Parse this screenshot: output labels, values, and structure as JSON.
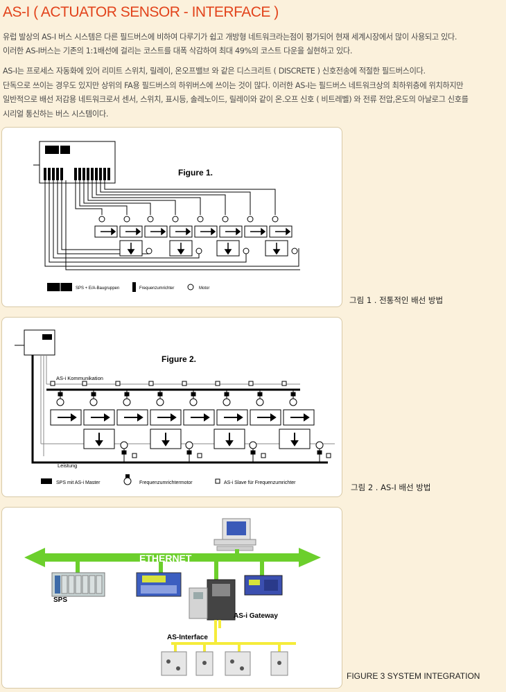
{
  "title": "AS-I ( ACTUATOR SENSOR - INTERFACE )",
  "intro_lines": [
    "유럽 발상의 AS-I 버스 시스템은 다른 필드버스에 비하여 다루기가 쉽고 개방형 네트워크라는점이 평가되어 현재 세계시장에서 많이 사용되고 있다.",
    "이러한 AS-I버스는 기존의 1:1배선에 걸리는 코스트를 대폭 삭감하여 최대 49%의 코스트 다운을 실현하고 있다."
  ],
  "desc_lines": [
    "AS-I는 프로세스 자동화에 있어 리미트 스위치, 릴레이, 온오프밸브 와 같은 디스크리트 ( DISCRETE ) 신호전송에 적절한 필드버스이다.",
    "단독으로 쓰이는 경우도 있지만 상위의 FA용 필드버스의 하위버스에 쓰이는 것이 많다. 이러한 AS-I는 필드버스 네트워크상의 최하위층에 위치하지만",
    "일반적으로 배선 저감용 네트워크로서 센서, 스위치, 표시등, 솔레노이드, 릴레이와 같이 온.오프 신호 ( 비트레벨) 와 전류 전압,온도의 아날로그 신호를",
    "시리얼 통신하는 버스 시스템이다."
  ],
  "figure1": {
    "title": "Figure 1.",
    "legend": [
      "SPS + E/A-Baugruppen",
      "Frequenzumrichter",
      "Motor"
    ],
    "caption": "그림 1 .  전통적인 배선 방법"
  },
  "figure2": {
    "title": "Figure 2.",
    "bus_label": "AS-i Kommunikation",
    "power_label": "Leistung",
    "legend": [
      "SPS mit AS-i Master",
      "Frequenzumrichtermotor",
      "AS-i Slave für Frequenzumrichter"
    ],
    "caption": "그림 2 . AS-I 배선 방법"
  },
  "figure3": {
    "ethernet_label": "ETHERNET",
    "sps_label": "SPS",
    "gateway_label": "AS-i Gateway",
    "asi_label": "AS-Interface",
    "caption": "FIGURE 3   SYSTEM INTEGRATION"
  },
  "colors": {
    "title": "#e2431b",
    "background": "#fbf1dc",
    "ethernet": "#6ccf2c",
    "asi_bus": "#f5ec3a"
  }
}
